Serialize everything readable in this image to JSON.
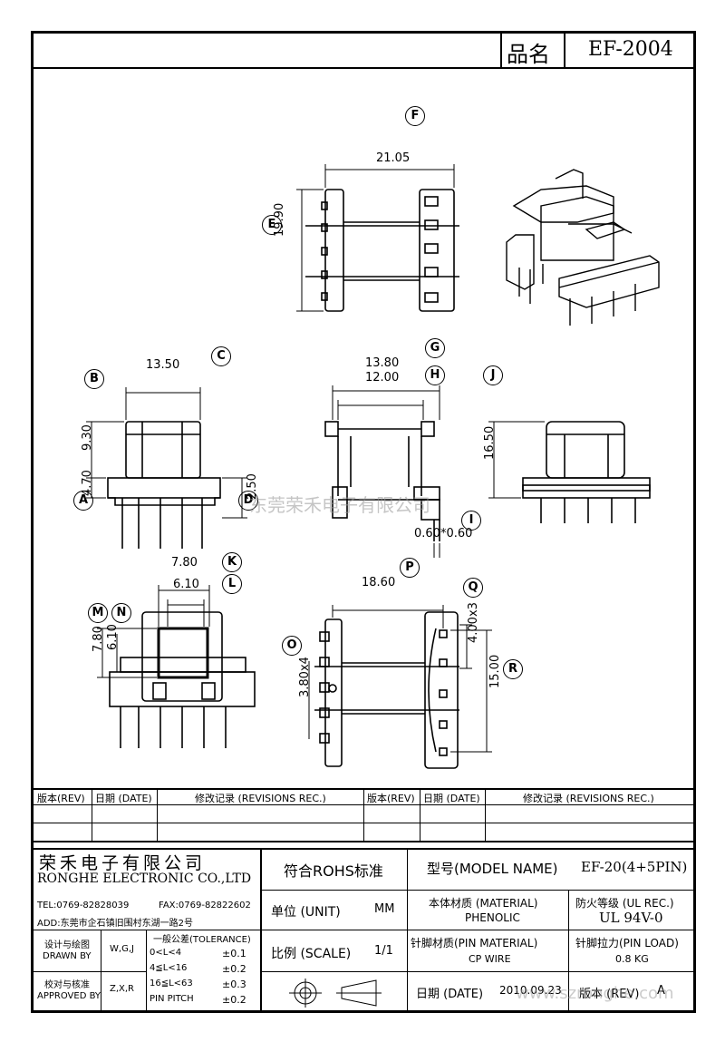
{
  "header": {
    "part_label": "品名",
    "part_no": "EF-2004"
  },
  "drawing": {
    "top_view": {
      "dim_width": "21.05",
      "dim_height": "19.90",
      "label_width": "F",
      "label_height": "E"
    },
    "front_view": {
      "dim_top": "13.50",
      "dim_body": "9.30",
      "dim_base": "4.70",
      "dim_pin": "2.50",
      "label_top": "C",
      "label_body": "B",
      "label_base": "A",
      "label_pin": "D"
    },
    "side_view": {
      "dim_outer": "13.80",
      "dim_inner": "12.00",
      "dim_pin": "0.60*0.60",
      "label_outer": "G",
      "label_inner": "H",
      "label_pin": "I"
    },
    "right_view": {
      "dim_height": "16.50",
      "label_height": "J"
    },
    "section_view": {
      "dim_outer": "7.80",
      "dim_inner": "6.10",
      "dim_outer_v": "7.80",
      "dim_inner_v": "6.10",
      "label_outer": "K",
      "label_inner": "L",
      "label_outer_v": "M",
      "label_inner_v": "N"
    },
    "bottom_view": {
      "dim_width": "18.60",
      "dim_pitch_right": "4.00x3",
      "dim_pitch_left": "3.80x4",
      "dim_span": "15.00",
      "label_width": "P",
      "label_pitch_right": "Q",
      "label_pitch_left": "O",
      "label_span": "R"
    }
  },
  "revisions": {
    "headers": [
      "版本(REV)",
      "日期 (DATE)",
      "修改记录 (REVISIONS REC.)",
      "版本(REV)",
      "日期 (DATE)",
      "修改记录 (REVISIONS REC.)"
    ]
  },
  "title_block": {
    "company_cn": "荣禾电子有限公司",
    "company_en": "RONGHE ELECTRONIC CO.,LTD",
    "tel": "TEL:0769-82828039",
    "fax": "FAX:0769-82822602",
    "address": "ADD:东莞市企石镇旧围村东湖一路2号",
    "designer_label_cn": "设计与绘图",
    "designer_label_en": "DRAWN BY",
    "designer_value": "W,G,J",
    "approver_label_cn": "校对与核准",
    "approver_label_en": "APPROVED BY",
    "approver_value": "Z,X,R",
    "tolerance_title": "一般公差(TOLERANCE)",
    "tolerances": [
      {
        "range": "0<L<4",
        "value": "±0.1"
      },
      {
        "range": "4≦L<16",
        "value": "±0.2"
      },
      {
        "range": "16≦L<63",
        "value": "±0.3"
      },
      {
        "range": "PIN PITCH",
        "value": "±0.2"
      }
    ],
    "rohs": "符合ROHS标准",
    "unit_label": "单位 (UNIT)",
    "unit_value": "MM",
    "scale_label": "比例 (SCALE)",
    "scale_value": "1/1",
    "model_label": "型号(MODEL NAME)",
    "model_value": "EF-20(4+5PIN)",
    "material_label": "本体材质 (MATERIAL)",
    "material_value": "PHENOLIC",
    "flame_label": "防火等级 (UL REC.)",
    "flame_value": "UL 94V-0",
    "pin_material_label": "针脚材质(PIN MATERIAL)",
    "pin_material_value": "CP WIRE",
    "pin_load_label": "针脚拉力(PIN LOAD)",
    "pin_load_value": "0.8 KG",
    "date_label": "日期 (DATE)",
    "date_value": "2010.09.23",
    "rev_label": "版本 (REV)",
    "rev_value": "A"
  },
  "watermarks": {
    "center": "东莞荣禾电子有限公司",
    "corner": "www.szronghe.com"
  }
}
